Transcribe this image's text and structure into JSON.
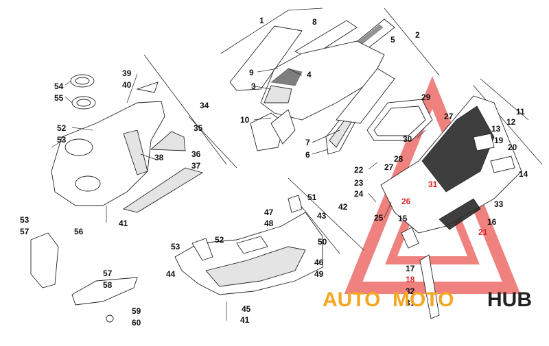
{
  "labels": {
    "l1": "1",
    "l2": "2",
    "l3": "3",
    "l4": "4",
    "l5": "5",
    "l6": "6",
    "l7": "7",
    "l8": "8",
    "l9": "9",
    "l10": "10",
    "l11": "11",
    "l12": "12",
    "l13": "13",
    "l14": "14",
    "l15": "15",
    "l16": "16",
    "l17": "17",
    "l18": "18",
    "l19": "19",
    "l20": "20",
    "l21": "21",
    "l22": "22",
    "l23": "23",
    "l24": "24",
    "l25": "25",
    "l26": "26",
    "l27a": "27",
    "l27b": "27",
    "l28": "28",
    "l29": "29",
    "l30": "30",
    "l31a": "31",
    "l31b": "31",
    "l32": "32",
    "l33": "33",
    "l34": "34",
    "l35": "35",
    "l36": "36",
    "l37": "37",
    "l38": "38",
    "l39": "39",
    "l40": "40",
    "l41a": "41",
    "l41b": "41",
    "l42": "42",
    "l43": "43",
    "l44": "44",
    "l45": "45",
    "l46": "46",
    "l47": "47",
    "l48": "48",
    "l49": "49",
    "l50": "50",
    "l51": "51",
    "l52a": "52",
    "l52b": "52",
    "l53a": "53",
    "l53b": "53",
    "l53c": "53",
    "l54": "54",
    "l55": "55",
    "l56": "56",
    "l57a": "57",
    "l57b": "57",
    "l58": "58",
    "l59": "59",
    "l60": "60"
  },
  "watermark": {
    "part1": "AUTO",
    "part2": "MOTO",
    "part3": "HUB",
    "colors": {
      "auto": "#f5a623",
      "moto": "#f5a623",
      "hub": "#222222",
      "triangle": "#e53935"
    }
  }
}
